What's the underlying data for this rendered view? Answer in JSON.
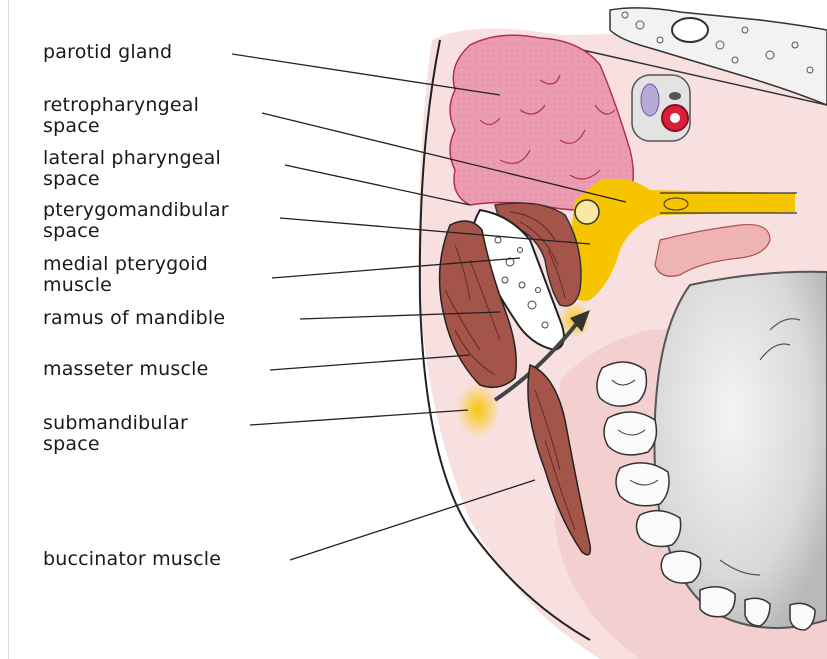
{
  "labels": {
    "parotid_gland": "parotid gland",
    "retropharyngeal_1": "retropharyngeal",
    "retropharyngeal_2": "space",
    "lateral_pharyngeal_1": "lateral pharyngeal",
    "lateral_pharyngeal_2": "space",
    "pterygomandibular_1": "pterygomandibular",
    "pterygomandibular_2": "space",
    "medial_pterygoid_1": "medial pterygoid",
    "medial_pterygoid_2": "muscle",
    "ramus": "ramus of mandible",
    "masseter": "masseter muscle",
    "submandibular_1": "submandibular",
    "submandibular_2": "space",
    "buccinator": "buccinator muscle"
  },
  "colors": {
    "parotid": "#e8a0b0",
    "space_yellow": "#f7c500",
    "muscle": "#a0554a",
    "bone": "#ffffff",
    "tissue_pink": "#f6dada",
    "tongue": "#dedede"
  }
}
